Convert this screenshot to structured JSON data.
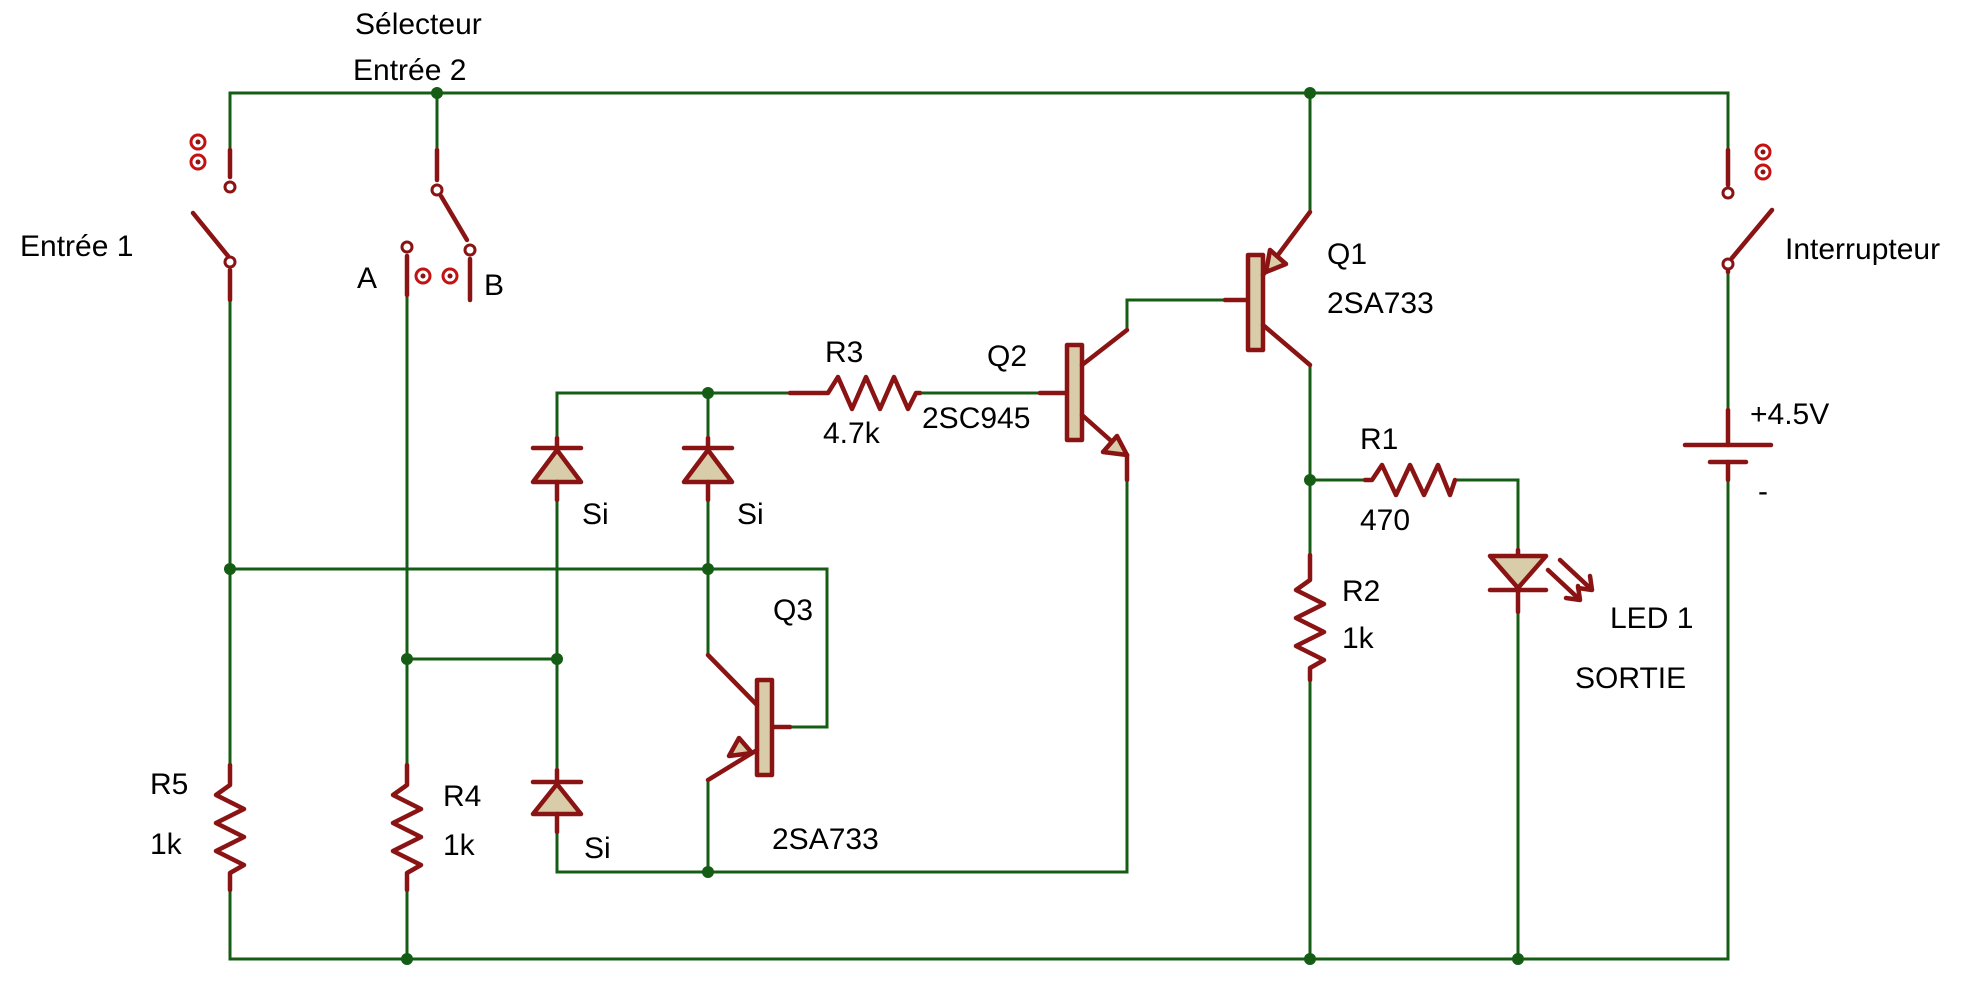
{
  "labels": {
    "selector_line1": "Sélecteur",
    "selector_line2": "Entrée 2",
    "entree1": "Entrée 1",
    "interrupteur": "Interrupteur",
    "pos_a": "A",
    "pos_b": "B",
    "q1_ref": "Q1",
    "q1_type": "2SA733",
    "q2_ref": "Q2",
    "q2_type": "2SC945",
    "q3_ref": "Q3",
    "q3_type": "2SA733",
    "r3_ref": "R3",
    "r3_val": "4.7k",
    "r1_ref": "R1",
    "r1_val": "470",
    "r2_ref": "R2",
    "r2_val": "1k",
    "r4_ref": "R4",
    "r4_val": "1k",
    "r5_ref": "R5",
    "r5_val": "1k",
    "d1": "Si",
    "d2": "Si",
    "d3": "Si",
    "led_ref": "LED 1",
    "led_name": "SORTIE",
    "bat_plus": "+4.5V",
    "bat_minus": "-"
  },
  "colors": {
    "wire": "#155d15",
    "component": "#8a1313",
    "component_fill": "#d8cda8"
  }
}
